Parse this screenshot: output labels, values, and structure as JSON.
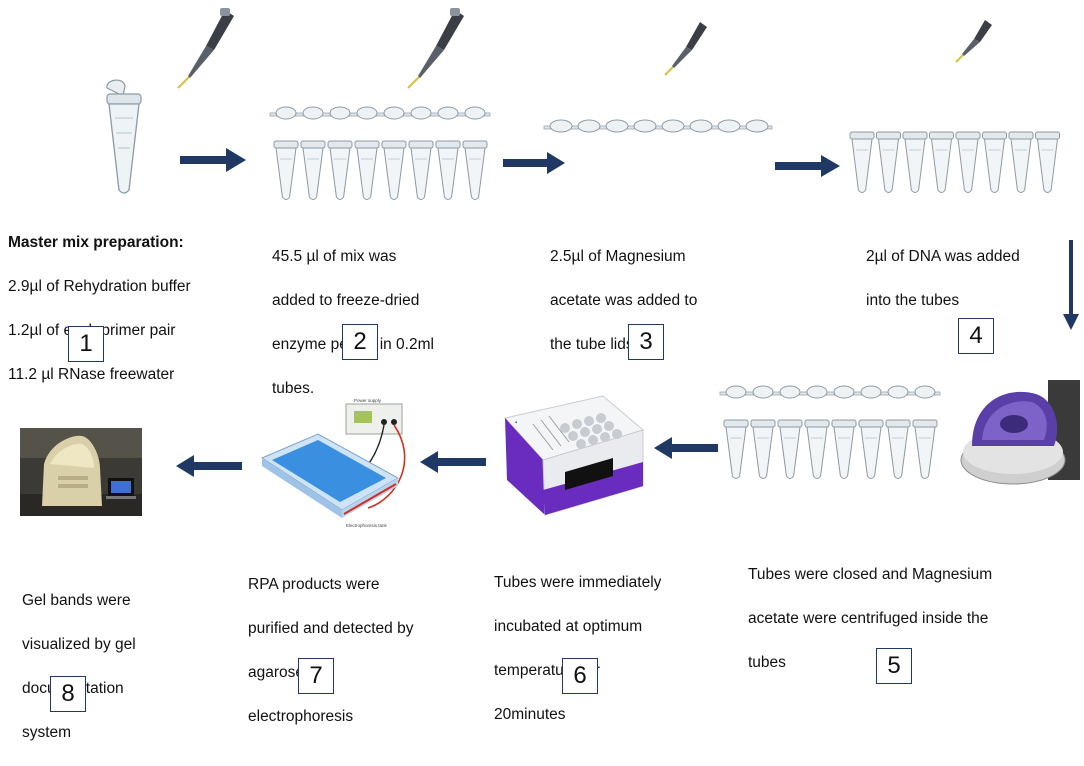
{
  "steps": [
    {
      "number": "1",
      "lines": [
        "Master mix preparation:",
        "2.9µl of Rehydration buffer",
        "1.2µl of each primer pair",
        " 11.2 µl RNase freewater"
      ]
    },
    {
      "number": "2",
      "lines": [
        "45.5 µl  of mix was",
        "added to freeze-dried",
        "enzyme pellets in 0.2ml",
        "tubes."
      ]
    },
    {
      "number": "3",
      "lines": [
        "2.5µl of Magnesium",
        "acetate was added to",
        "the tube lids"
      ]
    },
    {
      "number": "4",
      "lines": [
        "2µl of DNA was added",
        "into the tubes"
      ]
    },
    {
      "number": "5",
      "lines": [
        "Tubes were closed and Magnesium",
        "acetate were centrifuged inside the",
        "tubes"
      ]
    },
    {
      "number": "6",
      "lines": [
        "Tubes were immediately",
        "incubated at optimum",
        "temperature for",
        "20minutes"
      ]
    },
    {
      "number": "7",
      "lines": [
        "RPA products were",
        "purified and detected by",
        "agarose gel",
        "electrophoresis"
      ]
    },
    {
      "number": "8",
      "lines": [
        "Gel bands were",
        "visualized by gel",
        "documentation",
        "system"
      ]
    }
  ],
  "equipment_labels": {
    "power_supply": "Power supply",
    "electrophoresis_tank": "Electrophoresis tank"
  },
  "colors": {
    "arrow": "#1f3864",
    "box_border": "#1f3864",
    "gel_blue": "#3a8fe0",
    "incubator_purple": "#6a2bbf",
    "centrifuge_purple": "#5b3fa8",
    "wire_red": "#d03020"
  }
}
